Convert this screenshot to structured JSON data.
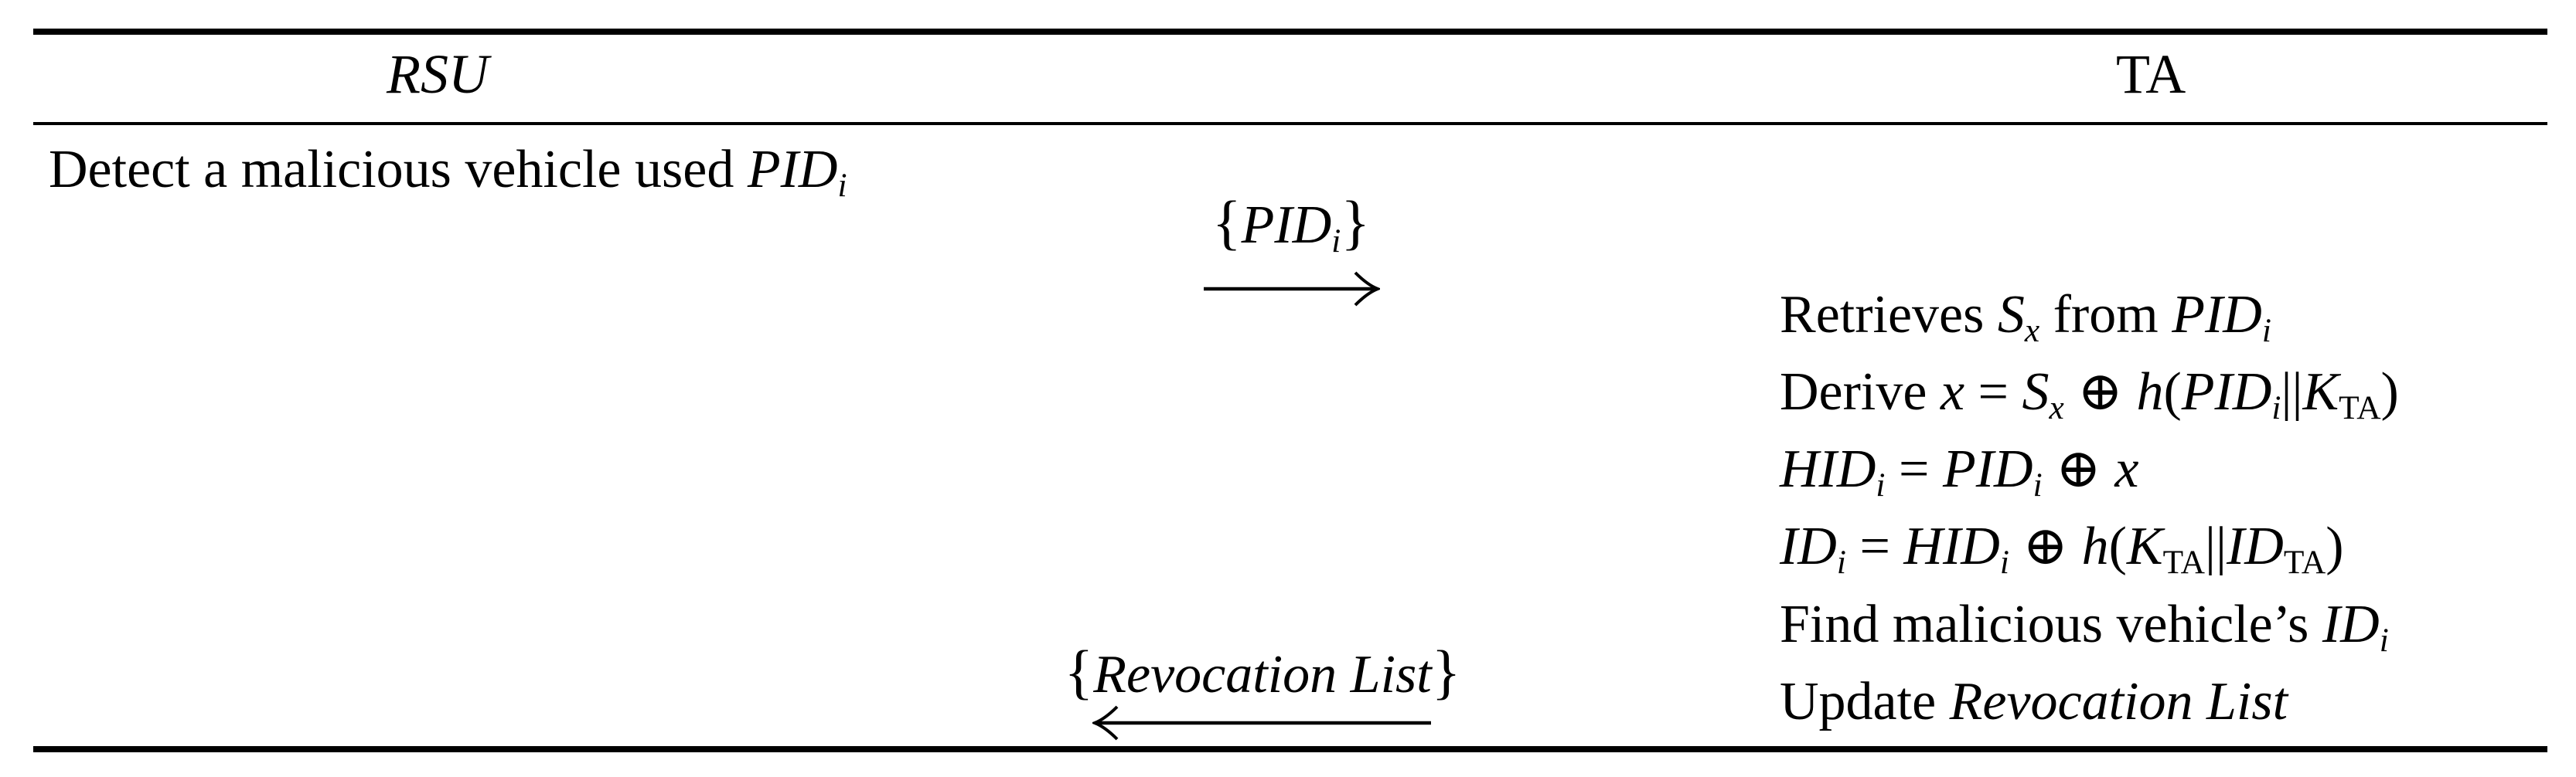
{
  "colors": {
    "ink": "#000000",
    "background": "#ffffff"
  },
  "figure": {
    "header": {
      "left": "RSU",
      "right": "TA"
    },
    "rsu_action": {
      "segments": [
        {
          "text": "Detect a malicious vehicle used ",
          "style": "r"
        },
        {
          "text": "PID",
          "style": "i"
        },
        {
          "text": "i",
          "style": "subi"
        }
      ]
    },
    "message_to_ta": {
      "direction": "right",
      "arrow_icon": "arrow-right-icon",
      "segments": [
        {
          "text": "{",
          "style": "brace"
        },
        {
          "text": "PID",
          "style": "i"
        },
        {
          "text": "i",
          "style": "subi"
        },
        {
          "text": "}",
          "style": "brace"
        }
      ]
    },
    "ta_actions": {
      "line1": {
        "segments": [
          {
            "text": "Retrieves ",
            "style": "r"
          },
          {
            "text": "S",
            "style": "i"
          },
          {
            "text": "x",
            "style": "subi"
          },
          {
            "text": " from ",
            "style": "r"
          },
          {
            "text": "PID",
            "style": "i"
          },
          {
            "text": "i",
            "style": "subi"
          }
        ]
      },
      "line2": {
        "segments": [
          {
            "text": "Derive ",
            "style": "r"
          },
          {
            "text": "x",
            "style": "i"
          },
          {
            "text": " = ",
            "style": "r"
          },
          {
            "text": "S",
            "style": "i"
          },
          {
            "text": "x",
            "style": "subi"
          },
          {
            "text": " ⊕ ",
            "style": "r"
          },
          {
            "text": "h",
            "style": "i"
          },
          {
            "text": "(",
            "style": "r"
          },
          {
            "text": "PID",
            "style": "i"
          },
          {
            "text": "i",
            "style": "subi"
          },
          {
            "text": "||",
            "style": "r"
          },
          {
            "text": "K",
            "style": "i"
          },
          {
            "text": "TA",
            "style": "subr"
          },
          {
            "text": ")",
            "style": "r"
          }
        ]
      },
      "line3": {
        "segments": [
          {
            "text": "HID",
            "style": "i"
          },
          {
            "text": "i",
            "style": "subi"
          },
          {
            "text": " = ",
            "style": "r"
          },
          {
            "text": "PID",
            "style": "i"
          },
          {
            "text": "i",
            "style": "subi"
          },
          {
            "text": " ⊕ ",
            "style": "r"
          },
          {
            "text": "x",
            "style": "i"
          }
        ]
      },
      "line4": {
        "segments": [
          {
            "text": "ID",
            "style": "i"
          },
          {
            "text": "i",
            "style": "subi"
          },
          {
            "text": " = ",
            "style": "r"
          },
          {
            "text": "HID",
            "style": "i"
          },
          {
            "text": "i",
            "style": "subi"
          },
          {
            "text": " ⊕ ",
            "style": "r"
          },
          {
            "text": "h",
            "style": "i"
          },
          {
            "text": "(",
            "style": "r"
          },
          {
            "text": "K",
            "style": "i"
          },
          {
            "text": "TA",
            "style": "subr"
          },
          {
            "text": "||",
            "style": "r"
          },
          {
            "text": "ID",
            "style": "i"
          },
          {
            "text": "TA",
            "style": "subr"
          },
          {
            "text": ")",
            "style": "r"
          }
        ]
      },
      "line5": {
        "segments": [
          {
            "text": "Find malicious vehicle’s ",
            "style": "r"
          },
          {
            "text": "ID",
            "style": "i"
          },
          {
            "text": "i",
            "style": "subi"
          }
        ]
      },
      "line6": {
        "segments": [
          {
            "text": "Update ",
            "style": "r"
          },
          {
            "text": "Revocation List",
            "style": "i"
          }
        ]
      }
    },
    "message_to_rsu": {
      "direction": "left",
      "arrow_icon": "arrow-left-icon",
      "segments": [
        {
          "text": "{",
          "style": "brace"
        },
        {
          "text": "Revocation List",
          "style": "i"
        },
        {
          "text": "}",
          "style": "brace"
        }
      ]
    }
  }
}
